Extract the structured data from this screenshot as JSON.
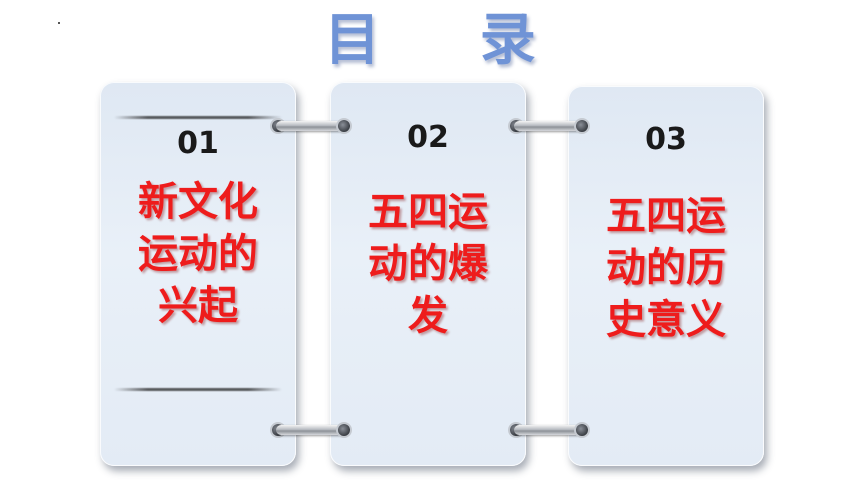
{
  "title": "目 录",
  "cards": [
    {
      "number": "01",
      "label": "新文化\n运动的\n兴起"
    },
    {
      "number": "02",
      "label": "五四运\n动的爆\n发"
    },
    {
      "number": "03",
      "label": "五四运\n动的历\n史意义"
    }
  ],
  "colors": {
    "title": "#6f93d6",
    "label": "#ee1c1c",
    "number": "#1a1a1a",
    "card_bg": "#e3ebf5"
  }
}
